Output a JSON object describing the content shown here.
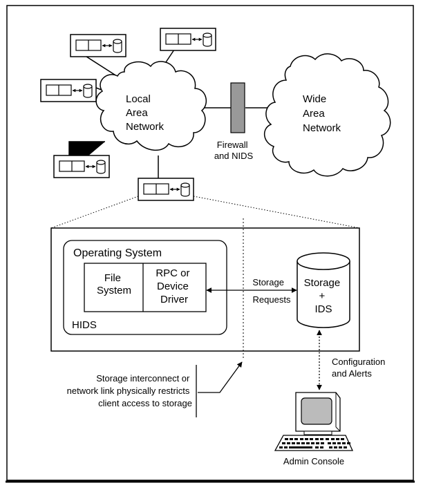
{
  "labels": {
    "lan": [
      "Local",
      "Area",
      "Network"
    ],
    "wan": [
      "Wide",
      "Area",
      "Network"
    ],
    "firewall": [
      "Firewall",
      "and NIDS"
    ],
    "os": "Operating System",
    "file_system": [
      "File",
      "System"
    ],
    "rpc": [
      "RPC or",
      "Device",
      "Driver"
    ],
    "hids": "HIDS",
    "storage_requests": [
      "Storage",
      "Requests"
    ],
    "storage_ids": [
      "Storage",
      "+",
      "IDS"
    ],
    "config_alerts": [
      "Configuration",
      "and Alerts"
    ],
    "interconnect_note": [
      "Storage interconnect or",
      "network link physically restricts",
      "client access to storage"
    ],
    "admin_console": "Admin Console"
  },
  "colors": {
    "firewall_fill": "#999999",
    "screen_fill": "#bbbbbb",
    "line": "#000000"
  }
}
